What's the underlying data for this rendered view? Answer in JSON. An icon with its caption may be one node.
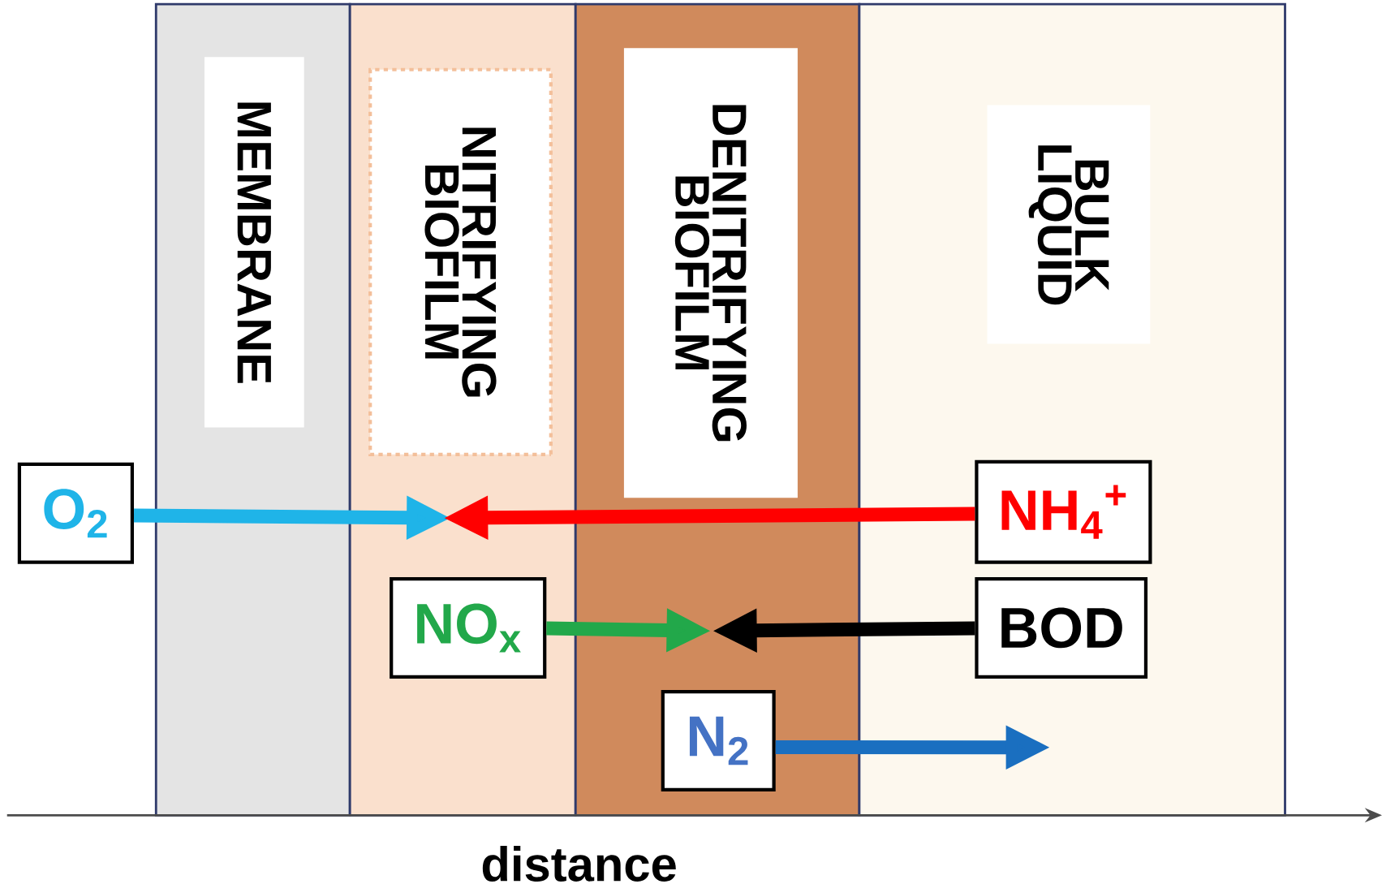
{
  "diagram": {
    "nodes": [
      {
        "text": [
          "MEMBRANE"
        ]
      },
      {
        "text": [
          "NITRIFYING BIOFILM"
        ]
      },
      {
        "text": [
          "DENITRIFYING BIOFILM"
        ]
      },
      {
        "text": [
          "BULK LIQUID"
        ]
      },
      {
        "text": [
          "O$_{2}$"
        ]
      },
      {
        "text": [
          "NH$_{4}$$^{+}$"
        ],
        "in": 3
      },
      {
        "text": [
          "NO$_{x}$"
        ],
        "in": 1
      },
      {
        "text": [
          "BOD"
        ],
        "in": 3
      },
      {
        "text": [
          "N$_{2}$"
        ],
        "in": 2
      }
    ],
    "edges": [
      {
        "from": 4,
        "to": null,
        "arrow": "to",
        "color": "#1fb4e8"
      },
      {
        "from": 5,
        "to": null,
        "arrow": "to",
        "color": "#ff0000"
      },
      {
        "from": 6,
        "to": null,
        "arrow": "to",
        "color": "#22a84a"
      },
      {
        "from": 7,
        "to": null,
        "arrow": "to",
        "color": "#000000"
      },
      {
        "from": 8,
        "to": null,
        "arrow": "to",
        "color": "#1a6fc0"
      }
    ],
    "labels": [
      "distance"
    ]
  }
}
